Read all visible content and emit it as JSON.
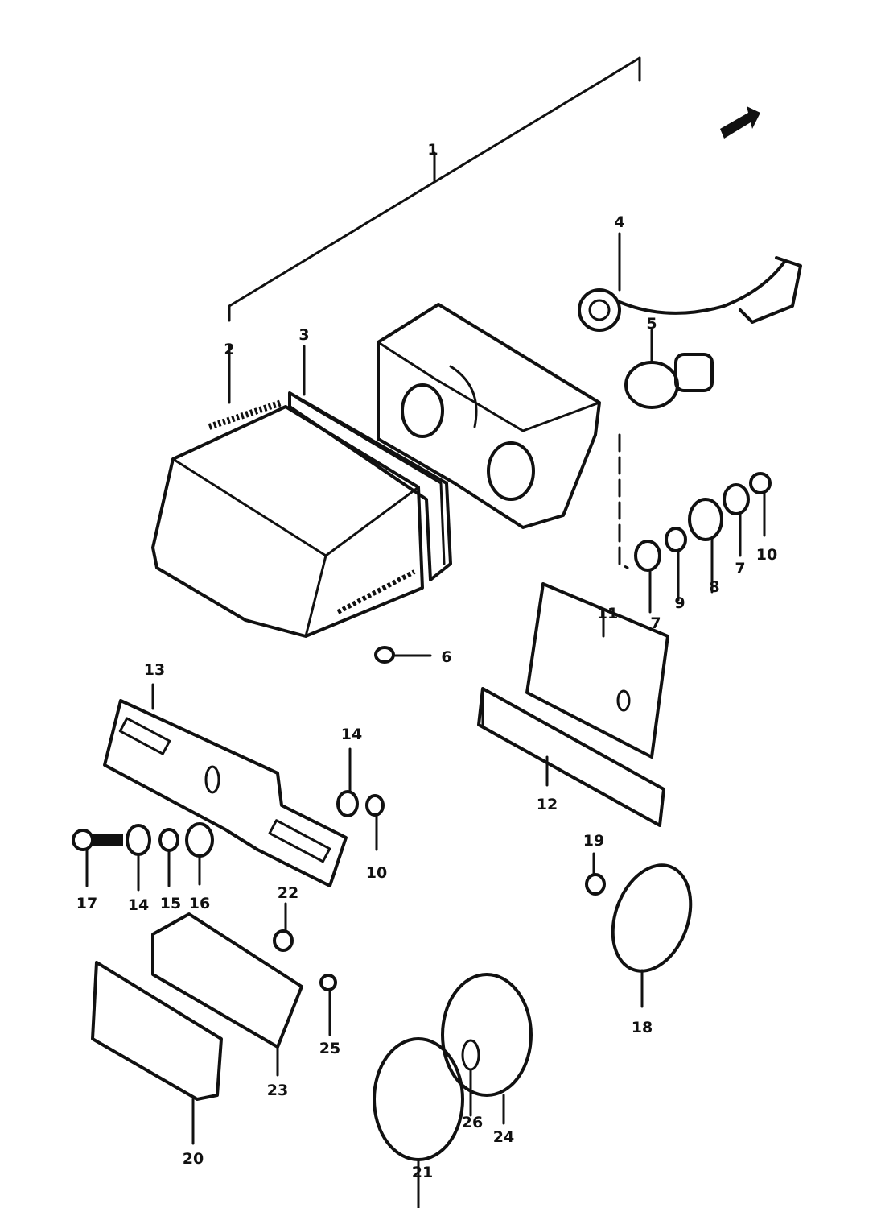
{
  "diagram": {
    "type": "exploded parts diagram",
    "subject": "tail / license plate lamp assembly",
    "front_arrow_icon": "arrow-forward-icon",
    "callouts": [
      {
        "id": "p1",
        "label": "1"
      },
      {
        "id": "p2",
        "label": "2"
      },
      {
        "id": "p3",
        "label": "3"
      },
      {
        "id": "p4",
        "label": "4"
      },
      {
        "id": "p5",
        "label": "5"
      },
      {
        "id": "p6",
        "label": "6"
      },
      {
        "id": "p7a",
        "label": "7"
      },
      {
        "id": "p7b",
        "label": "7"
      },
      {
        "id": "p8",
        "label": "8"
      },
      {
        "id": "p9",
        "label": "9"
      },
      {
        "id": "p10a",
        "label": "10"
      },
      {
        "id": "p10b",
        "label": "10"
      },
      {
        "id": "p11",
        "label": "11"
      },
      {
        "id": "p12",
        "label": "12"
      },
      {
        "id": "p13",
        "label": "13"
      },
      {
        "id": "p14a",
        "label": "14"
      },
      {
        "id": "p14b",
        "label": "14"
      },
      {
        "id": "p15",
        "label": "15"
      },
      {
        "id": "p16",
        "label": "16"
      },
      {
        "id": "p17",
        "label": "17"
      },
      {
        "id": "p18",
        "label": "18"
      },
      {
        "id": "p19",
        "label": "19"
      },
      {
        "id": "p20",
        "label": "20"
      },
      {
        "id": "p21",
        "label": "21"
      },
      {
        "id": "p22",
        "label": "22"
      },
      {
        "id": "p23",
        "label": "23"
      },
      {
        "id": "p24",
        "label": "24"
      },
      {
        "id": "p25",
        "label": "25"
      },
      {
        "id": "p26",
        "label": "26"
      }
    ]
  }
}
